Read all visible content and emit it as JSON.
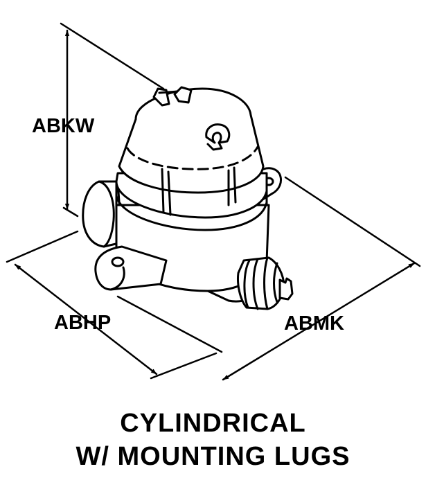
{
  "dimensions": {
    "height": "ABKW",
    "depth": "ABHP",
    "width": "ABMK"
  },
  "caption": {
    "line1": "CYLINDRICAL",
    "line2": "W/ MOUNTING LUGS"
  },
  "colors": {
    "line": "#000000",
    "background": "#ffffff"
  }
}
